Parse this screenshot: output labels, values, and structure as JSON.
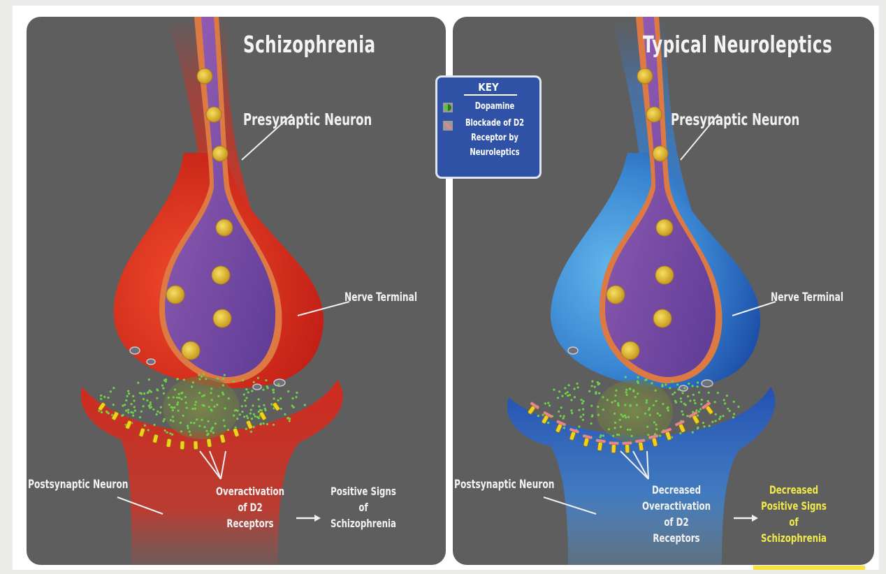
{
  "left_panel": {
    "title": "Schizophrenia",
    "presynaptic_label": "Presynaptic Neuron",
    "nerve_terminal_label": "Nerve Terminal",
    "postsynaptic_label": "Postsynaptic Neuron",
    "receptor_text": [
      "Overactivation",
      "of D2",
      "Receptors"
    ],
    "arrow": "→",
    "outcome_text": [
      "Positive Signs",
      "of",
      "Schizophrenia"
    ],
    "neuron_color": "#d42a20",
    "outcome_color": "#f2f2f2"
  },
  "right_panel": {
    "title": "Typical Neuroleptics",
    "presynaptic_label": "Presynaptic Neuron",
    "nerve_terminal_label": "Nerve Terminal",
    "postsynaptic_label": "Postsynaptic Neuron",
    "receptor_text": [
      "Decreased",
      "Overactivation",
      "of D2",
      "Receptors"
    ],
    "arrow": "→",
    "outcome_text": [
      "Decreased",
      "Positive Signs",
      "of",
      "Schizophrenia"
    ],
    "neuron_color": "#2a6fc9",
    "outcome_color": "#f1ea4c"
  },
  "key": {
    "title": "KEY",
    "items": [
      {
        "icon": "dopamine-swatch-icon",
        "lines": [
          "Dopamine"
        ]
      },
      {
        "icon": "blockade-swatch-icon",
        "lines": [
          "Blockade of D2",
          "Receptor by",
          "Neuroleptics"
        ]
      }
    ],
    "background_color": "#2f51a6"
  },
  "colors": {
    "panel": "#5e5e5e",
    "terminal_interior": "#7a4ea8",
    "vesicle": "#e6c43a",
    "dopamine": "#5cc94a",
    "receptor": "#f0d21c",
    "blocker": "#e8848a"
  }
}
